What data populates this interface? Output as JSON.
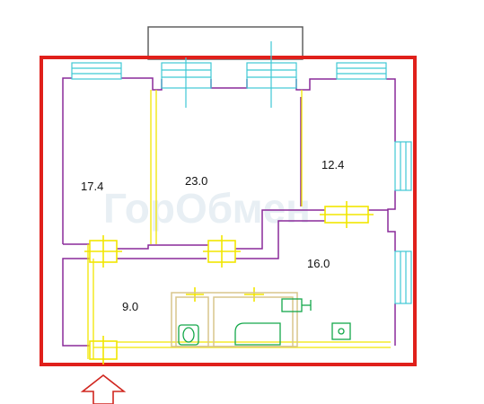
{
  "rooms": [
    {
      "id": "room-1",
      "area": "17.4"
    },
    {
      "id": "room-2",
      "area": "23.0"
    },
    {
      "id": "room-3",
      "area": "12.4"
    },
    {
      "id": "room-4",
      "area": "16.0"
    },
    {
      "id": "room-5",
      "area": "9.0"
    }
  ],
  "watermark": {
    "text": "ГорОбмен"
  },
  "colors": {
    "boundary": "#e0201b",
    "walls": "#8a2a9a",
    "windows": "#3fc9d4",
    "doors": "#f2e600",
    "plumbing": "#14a84a",
    "bathroom_walls": "#d9c58c",
    "balcony": "#555555",
    "entrance_arrow": "#d0261f",
    "room_text": "#111111"
  },
  "icons": {
    "entrance": "up-arrow-icon",
    "toilet": "toilet-icon",
    "bathtub": "bathtub-icon",
    "sink": "sink-icon",
    "stove": "stove-icon"
  }
}
